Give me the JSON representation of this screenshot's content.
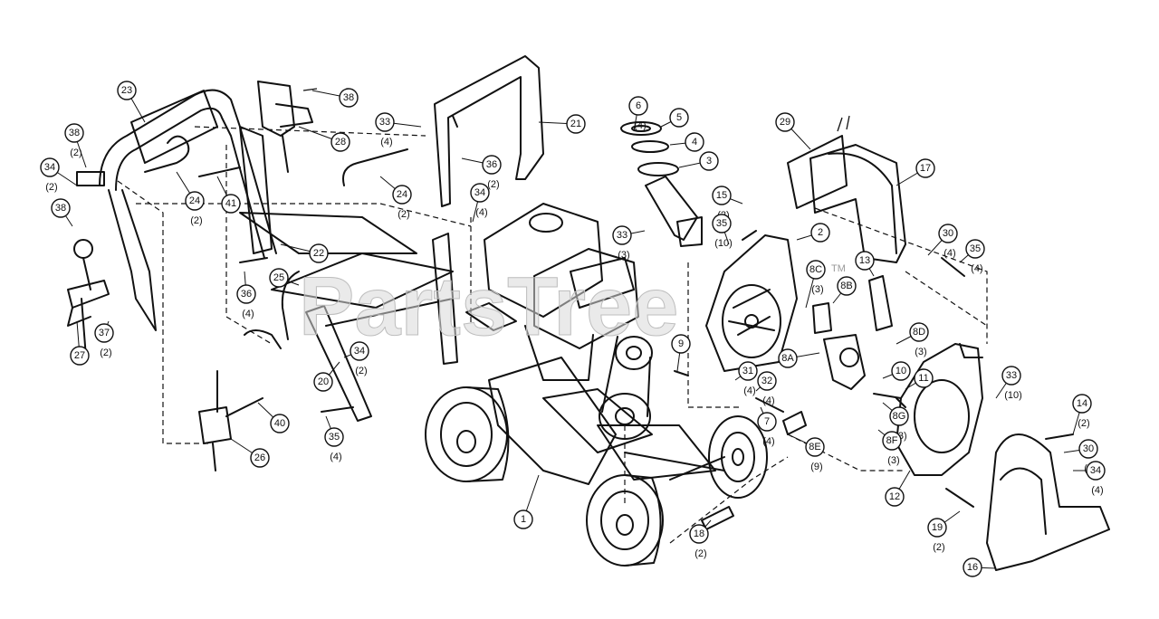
{
  "watermark": {
    "text": "PartsTree",
    "trademark": "TM"
  },
  "callouts": [
    {
      "id": "c23",
      "label": "23",
      "qty": ""
    },
    {
      "id": "c38a",
      "label": "38",
      "qty": "(2)"
    },
    {
      "id": "c34a",
      "label": "34",
      "qty": "(2)"
    },
    {
      "id": "c38b",
      "label": "38",
      "qty": ""
    },
    {
      "id": "c27",
      "label": "27",
      "qty": ""
    },
    {
      "id": "c37",
      "label": "37",
      "qty": "(2)"
    },
    {
      "id": "c24a",
      "label": "24",
      "qty": "(2)"
    },
    {
      "id": "c41",
      "label": "41",
      "qty": ""
    },
    {
      "id": "c38c",
      "label": "38",
      "qty": ""
    },
    {
      "id": "c28",
      "label": "28",
      "qty": ""
    },
    {
      "id": "c33a",
      "label": "33",
      "qty": "(4)"
    },
    {
      "id": "c24b",
      "label": "24",
      "qty": "(2)"
    },
    {
      "id": "c21",
      "label": "21",
      "qty": ""
    },
    {
      "id": "c36a",
      "label": "36",
      "qty": "(2)"
    },
    {
      "id": "c34b",
      "label": "34",
      "qty": "(4)"
    },
    {
      "id": "c22",
      "label": "22",
      "qty": ""
    },
    {
      "id": "c36b",
      "label": "36",
      "qty": "(4)"
    },
    {
      "id": "c25",
      "label": "25",
      "qty": ""
    },
    {
      "id": "c20",
      "label": "20",
      "qty": ""
    },
    {
      "id": "c34c",
      "label": "34",
      "qty": "(2)"
    },
    {
      "id": "c40",
      "label": "40",
      "qty": ""
    },
    {
      "id": "c35a",
      "label": "35",
      "qty": "(4)"
    },
    {
      "id": "c26",
      "label": "26",
      "qty": ""
    },
    {
      "id": "c6",
      "label": "6",
      "qty": "(4)"
    },
    {
      "id": "c5",
      "label": "5",
      "qty": ""
    },
    {
      "id": "c4",
      "label": "4",
      "qty": ""
    },
    {
      "id": "c3",
      "label": "3",
      "qty": ""
    },
    {
      "id": "c33b",
      "label": "33",
      "qty": "(3)"
    },
    {
      "id": "c15",
      "label": "15",
      "qty": "(2)"
    },
    {
      "id": "c35b",
      "label": "35",
      "qty": "(10)"
    },
    {
      "id": "c2",
      "label": "2",
      "qty": ""
    },
    {
      "id": "c29",
      "label": "29",
      "qty": ""
    },
    {
      "id": "c17",
      "label": "17",
      "qty": ""
    },
    {
      "id": "c30a",
      "label": "30",
      "qty": "(4)"
    },
    {
      "id": "c35c",
      "label": "35",
      "qty": "(4)"
    },
    {
      "id": "c8c",
      "label": "8C",
      "qty": "(3)"
    },
    {
      "id": "c8b",
      "label": "8B",
      "qty": ""
    },
    {
      "id": "c13",
      "label": "13",
      "qty": ""
    },
    {
      "id": "c8d",
      "label": "8D",
      "qty": "(3)"
    },
    {
      "id": "c8a",
      "label": "8A",
      "qty": ""
    },
    {
      "id": "c9",
      "label": "9",
      "qty": ""
    },
    {
      "id": "c31",
      "label": "31",
      "qty": "(4)"
    },
    {
      "id": "c32",
      "label": "32",
      "qty": "(4)"
    },
    {
      "id": "c7",
      "label": "7",
      "qty": "(4)"
    },
    {
      "id": "c10",
      "label": "10",
      "qty": ""
    },
    {
      "id": "c11",
      "label": "11",
      "qty": ""
    },
    {
      "id": "c8g",
      "label": "8G",
      "qty": "(3)"
    },
    {
      "id": "c8f",
      "label": "8F",
      "qty": "(3)"
    },
    {
      "id": "c8e",
      "label": "8E",
      "qty": "(9)"
    },
    {
      "id": "c33c",
      "label": "33",
      "qty": "(10)"
    },
    {
      "id": "c14",
      "label": "14",
      "qty": "(2)"
    },
    {
      "id": "c30b",
      "label": "30",
      "qty": "(4)"
    },
    {
      "id": "c34d",
      "label": "34",
      "qty": "(4)"
    },
    {
      "id": "c12",
      "label": "12",
      "qty": ""
    },
    {
      "id": "c19",
      "label": "19",
      "qty": "(2)"
    },
    {
      "id": "c16",
      "label": "16",
      "qty": ""
    },
    {
      "id": "c1",
      "label": "1",
      "qty": ""
    },
    {
      "id": "c18",
      "label": "18",
      "qty": "(2)"
    }
  ]
}
